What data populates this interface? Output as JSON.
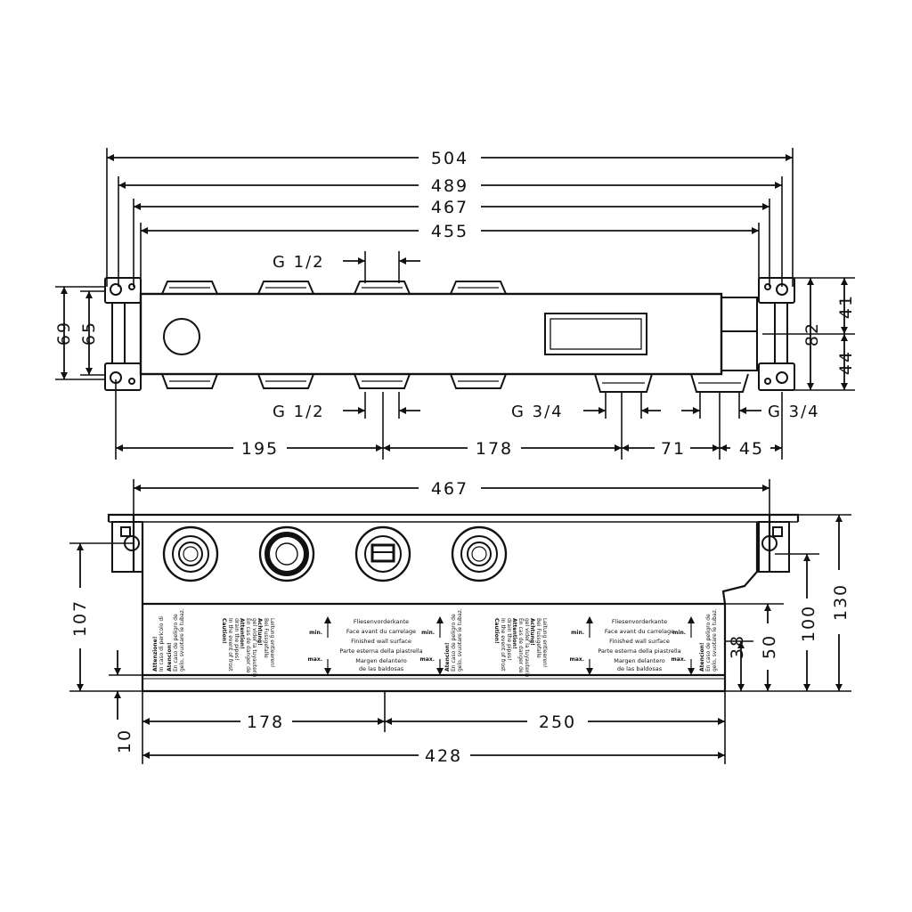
{
  "top_view": {
    "dims": {
      "overall": "504",
      "outer": "489",
      "inner": "467",
      "body": "455",
      "height_outer": "69",
      "height_inner": "65",
      "right_total": "82",
      "right_upper": "41",
      "right_lower": "44",
      "run_1": "195",
      "run_2": "178",
      "run_3": "71",
      "run_4": "45"
    },
    "threads": {
      "top": "G 1/2",
      "bottom_left": "G 1/2",
      "bottom_mid": "G 3/4",
      "bottom_right": "G 3/4"
    }
  },
  "front_view": {
    "dims": {
      "width": "467",
      "left_height": "107",
      "bottom_offset": "10",
      "seg_left": "178",
      "seg_right": "250",
      "base": "428",
      "h_130": "130",
      "h_100": "100",
      "h_50": "50",
      "h_38": "38"
    },
    "label_center": {
      "line1": "Fliesenvorderkante",
      "line2": "Face avant du carrelage",
      "line3": "Finished wall surface",
      "line4": "Parte esterna della piastrella",
      "line5": "Margen delantero",
      "line6": "de las baldosas",
      "min": "min.",
      "max": "max."
    },
    "label_warn": {
      "line1": "Achtung!",
      "line2": "Bei Fussgefalle",
      "line3": "Leitung entleeren!",
      "line4": "Attention!",
      "line5": "En cas de danger de",
      "line6": "gel vider la tuyauterie",
      "line7": "Caution!",
      "line8": "In the event of frost",
      "line9": "drain the pipes!"
    },
    "label_warn_r": {
      "line1": "Atencion!",
      "line2": "En caso de peligro de",
      "line3": "gelo, svuotare le tubaz.",
      "line4": "Attenzione!",
      "line5": "In caso di pericolo di"
    }
  }
}
